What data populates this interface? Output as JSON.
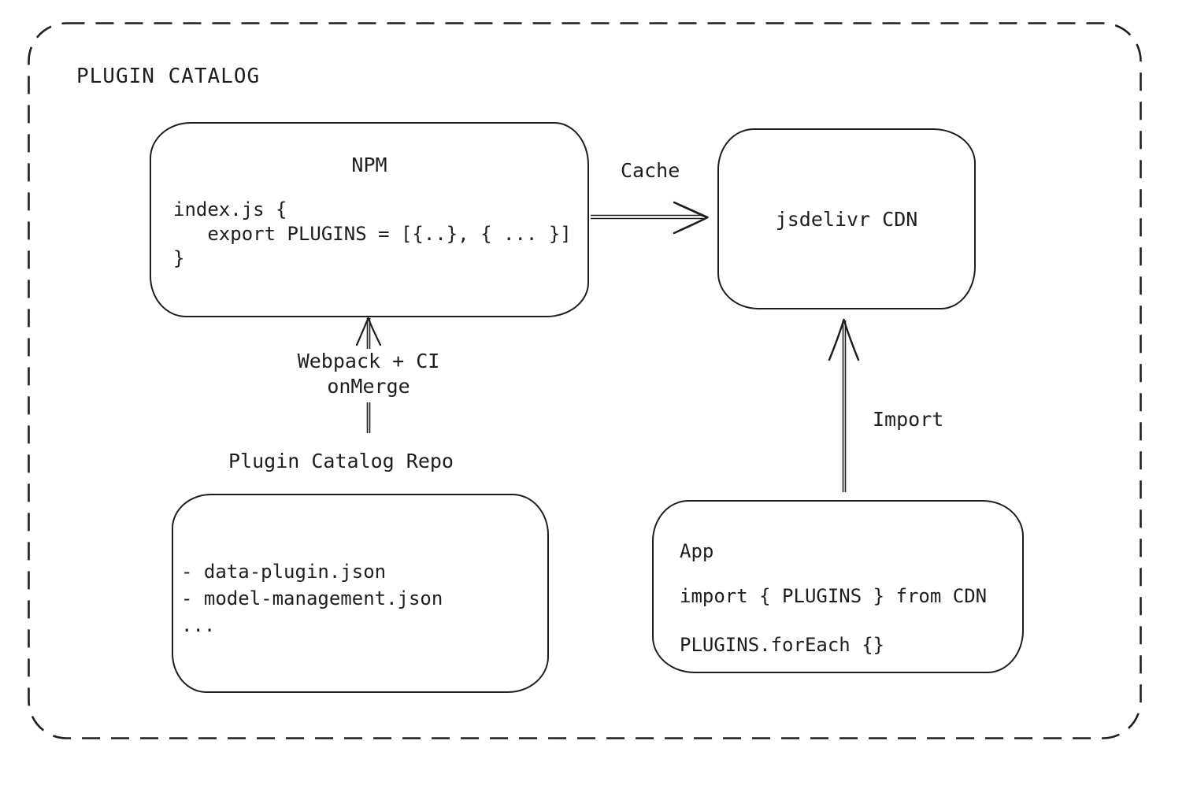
{
  "colors": {
    "stroke": "#1e1e1e",
    "background": "#ffffff"
  },
  "frame": {
    "title": "PLUGIN CATALOG"
  },
  "npm_box": {
    "title": "NPM",
    "code": "index.js {\n   export PLUGINS = [{..}, { ... }]\n}"
  },
  "cdn_box": {
    "label": "jsdelivr CDN"
  },
  "repo": {
    "label": "Plugin Catalog Repo",
    "files": "- data-plugin.json\n- model-management.json\n..."
  },
  "app_box": {
    "title": "App",
    "line_import": "import { PLUGINS } from CDN",
    "line_foreach": "PLUGINS.forEach {}"
  },
  "arrows": {
    "cache_label": "Cache",
    "build_label_line1": "Webpack + CI",
    "build_label_line2": "onMerge",
    "import_label": "Import"
  }
}
